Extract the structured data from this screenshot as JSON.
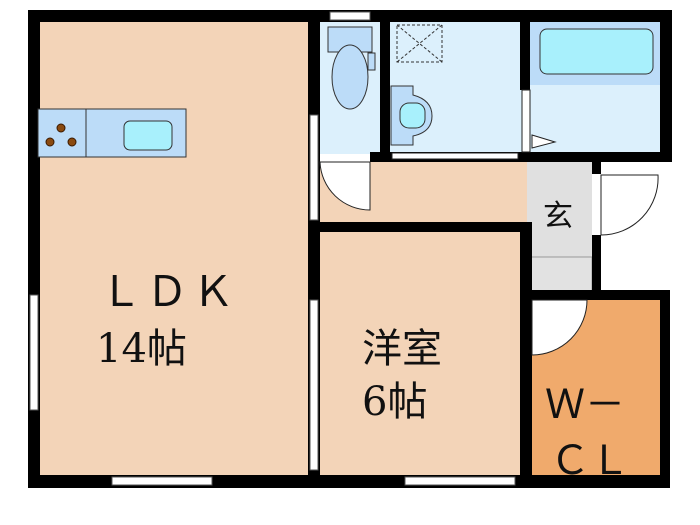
{
  "rooms": {
    "ldk": {
      "name": "ＬＤＫ",
      "size": "14帖"
    },
    "western": {
      "name": "洋室",
      "size": "6帖"
    },
    "entrance": {
      "name": "玄"
    },
    "wcl": {
      "line1": "Ｗ－",
      "line2": "ＣＬ"
    }
  },
  "colors": {
    "room": "#f3d4b8",
    "wcl": "#f0aa6c",
    "wet": "#dcf0fc",
    "fixture": "#bcdcf8",
    "tub": "#a8f0fc",
    "entrance": "#e0e0e0",
    "wall": "#000000"
  }
}
